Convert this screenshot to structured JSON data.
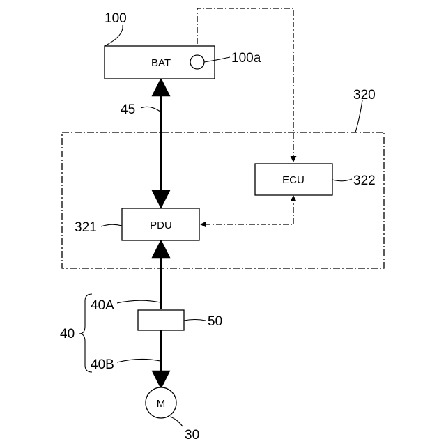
{
  "blocks": {
    "bat": "BAT",
    "ecu": "ECU",
    "pdu": "PDU",
    "motor": "M"
  },
  "refs": {
    "battery": "100",
    "sensor": "100a",
    "cable_45": "45",
    "control_unit": "320",
    "ecu": "322",
    "pdu": "321",
    "cable_40": "40",
    "cable_40a": "40A",
    "cable_40b": "40B",
    "component_50": "50",
    "motor": "30"
  }
}
